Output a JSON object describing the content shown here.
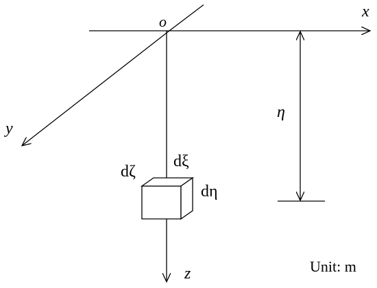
{
  "diagram": {
    "axes": {
      "origin": "o",
      "x": "x",
      "y": "y",
      "z": "z"
    },
    "depth_label": "η",
    "element": {
      "d_zeta": "dζ",
      "d_xi": "dξ",
      "d_eta": "dη"
    },
    "unit_note": "Unit: m"
  }
}
